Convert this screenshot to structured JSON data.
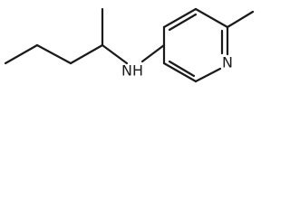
{
  "diagram": {
    "type": "chemical-structure",
    "atoms": {
      "amine_nitrogen": "N",
      "amine_hydrogen": "H",
      "ring_nitrogen": "N"
    },
    "colors": {
      "bond": "#1a1a1a",
      "text": "#1a1a1a",
      "background": "#ffffff"
    }
  }
}
